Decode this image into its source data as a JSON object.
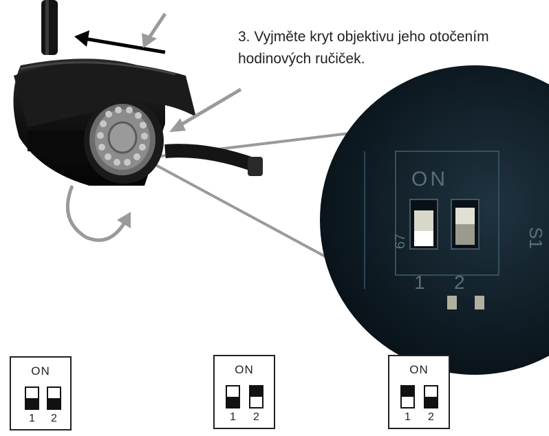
{
  "caption": {
    "line1": "3. Vyjměte kryt objektivu jeho otočením",
    "line2": "hodinových ručiček."
  },
  "zoom": {
    "on_label": "ON",
    "num1": "1",
    "num2": "2",
    "side_label": "S1",
    "edge_label": "67"
  },
  "dip_switches": [
    {
      "on_label": "ON",
      "num1": "1",
      "num2": "2",
      "switch1": "down",
      "switch2": "down"
    },
    {
      "on_label": "ON",
      "num1": "1",
      "num2": "2",
      "switch1": "down",
      "switch2": "up"
    },
    {
      "on_label": "ON",
      "num1": "1",
      "num2": "2",
      "switch1": "up",
      "switch2": "down"
    }
  ],
  "colors": {
    "arrow_gray": "#9a9a9a",
    "camera_black": "#141414",
    "board_dark": "#0d1a22"
  }
}
